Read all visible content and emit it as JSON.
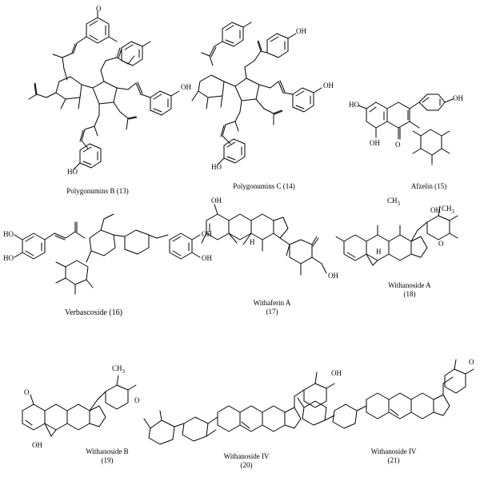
{
  "compounds": [
    {
      "id": "polygonumins-b",
      "name": "Polygonumins B",
      "number": "(13)"
    },
    {
      "id": "polygonumins-c",
      "name": "Polygonumins C",
      "number": "(14)"
    },
    {
      "id": "afzelin",
      "name": "Afzelin",
      "number": "(15)"
    },
    {
      "id": "verbascoside",
      "name": "Verbascoside",
      "number": "(16)"
    },
    {
      "id": "withaferin-a",
      "name": "Withaferin A",
      "number": "(17)"
    },
    {
      "id": "withanoside-a",
      "name": "Withanoside A",
      "number": "(18)"
    },
    {
      "id": "withanoside-b",
      "name": "Withanoside B",
      "number": "(19)"
    },
    {
      "id": "withanoside-iv-20",
      "name": "Withanoside IV",
      "number": "(20)"
    },
    {
      "id": "withanoside-iv-21",
      "name": "Withanoside IV",
      "number": "(21)"
    }
  ],
  "atom_labels": {
    "O": "O",
    "OH": "OH",
    "HO": "HO",
    "H": "H",
    "CH3": "CH",
    "CH3_sub": "3"
  }
}
